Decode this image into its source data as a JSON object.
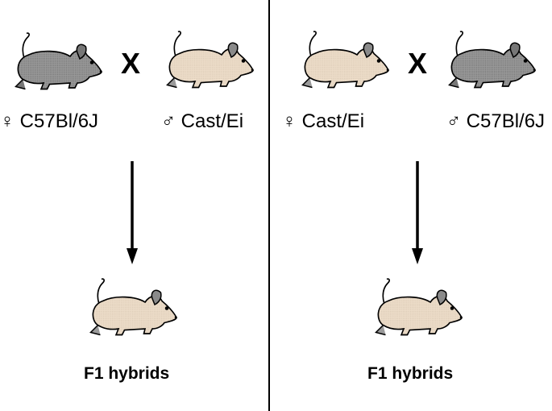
{
  "colors": {
    "b6_fill": "#8f8f8f",
    "cast_fill": "#ead9c4",
    "f1_fill": "#ead9c4",
    "outline": "#000000"
  },
  "left_cross": {
    "female_label": "♀ C57Bl/6J",
    "cross_symbol": "X",
    "male_label": "♂ Cast/Ei",
    "result_label": "F1 hybrids"
  },
  "right_cross": {
    "female_label": "♀ Cast/Ei",
    "cross_symbol": "X",
    "male_label": "♂ C57Bl/6J",
    "result_label": "F1 hybrids"
  }
}
